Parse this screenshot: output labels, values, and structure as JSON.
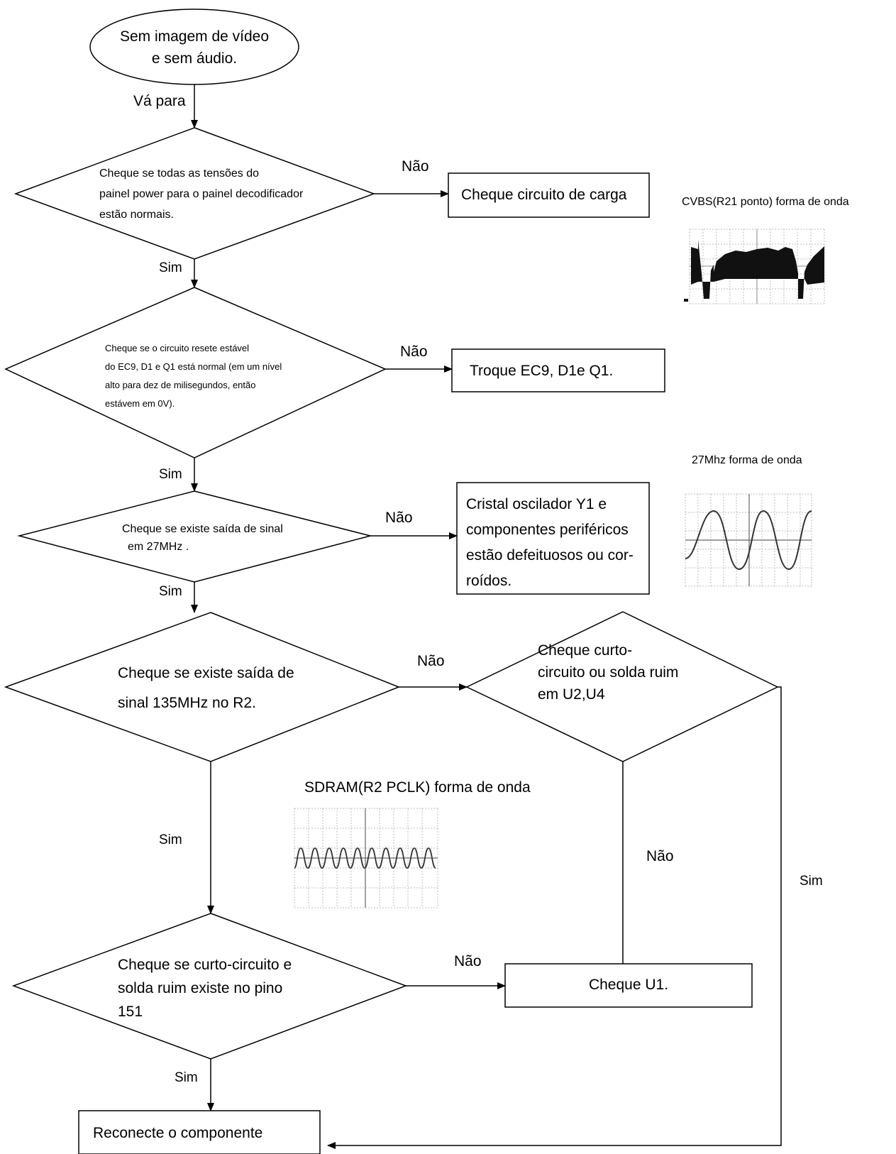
{
  "start": {
    "line1": "Sem imagem de vídeo",
    "line2": "e sem áudio."
  },
  "goto_label": "Vá para",
  "d1": {
    "lines": [
      "Cheque se todas as tensões do",
      "painel power para o painel decodificador",
      "estão normais."
    ]
  },
  "d2": {
    "lines": [
      "Cheque se o circuito resete estável",
      "do EC9,  D1  e  Q1  está normal  (em um nível",
      "alto para dez de milisegundos, então",
      " estávem em 0V)."
    ]
  },
  "d3": {
    "lines": [
      "Cheque se existe saída de sinal",
      "em 27MHz ."
    ]
  },
  "d4": {
    "lines": [
      "Cheque se existe saída de",
      "sinal 135MHz no R2."
    ]
  },
  "d5": {
    "lines": [
      "Cheque  curto-",
      "circuito ou solda ruim",
      "em U2,U4"
    ]
  },
  "d6": {
    "lines": [
      "Cheque se curto-circuito e",
      "solda ruim existe no pino",
      "151"
    ]
  },
  "box_carga": "Cheque circuito de carga",
  "box_troque": "Troque EC9, D1e Q1.",
  "box_cristal": {
    "lines": [
      "Cristal oscilador Y1 e",
      "componentes periféricos",
      "estão defeituosos ou cor-",
      "roídos."
    ]
  },
  "box_u1": "Cheque U1.",
  "box_reconecte": "Reconecte o componente",
  "labels": {
    "nao": "Não",
    "sim": "Sim"
  },
  "waveforms": {
    "cvbs": "CVBS(R21 ponto) forma de onda",
    "mhz27": "27Mhz forma de onda",
    "sdram": "SDRAM(R2 PCLK) forma de onda"
  }
}
